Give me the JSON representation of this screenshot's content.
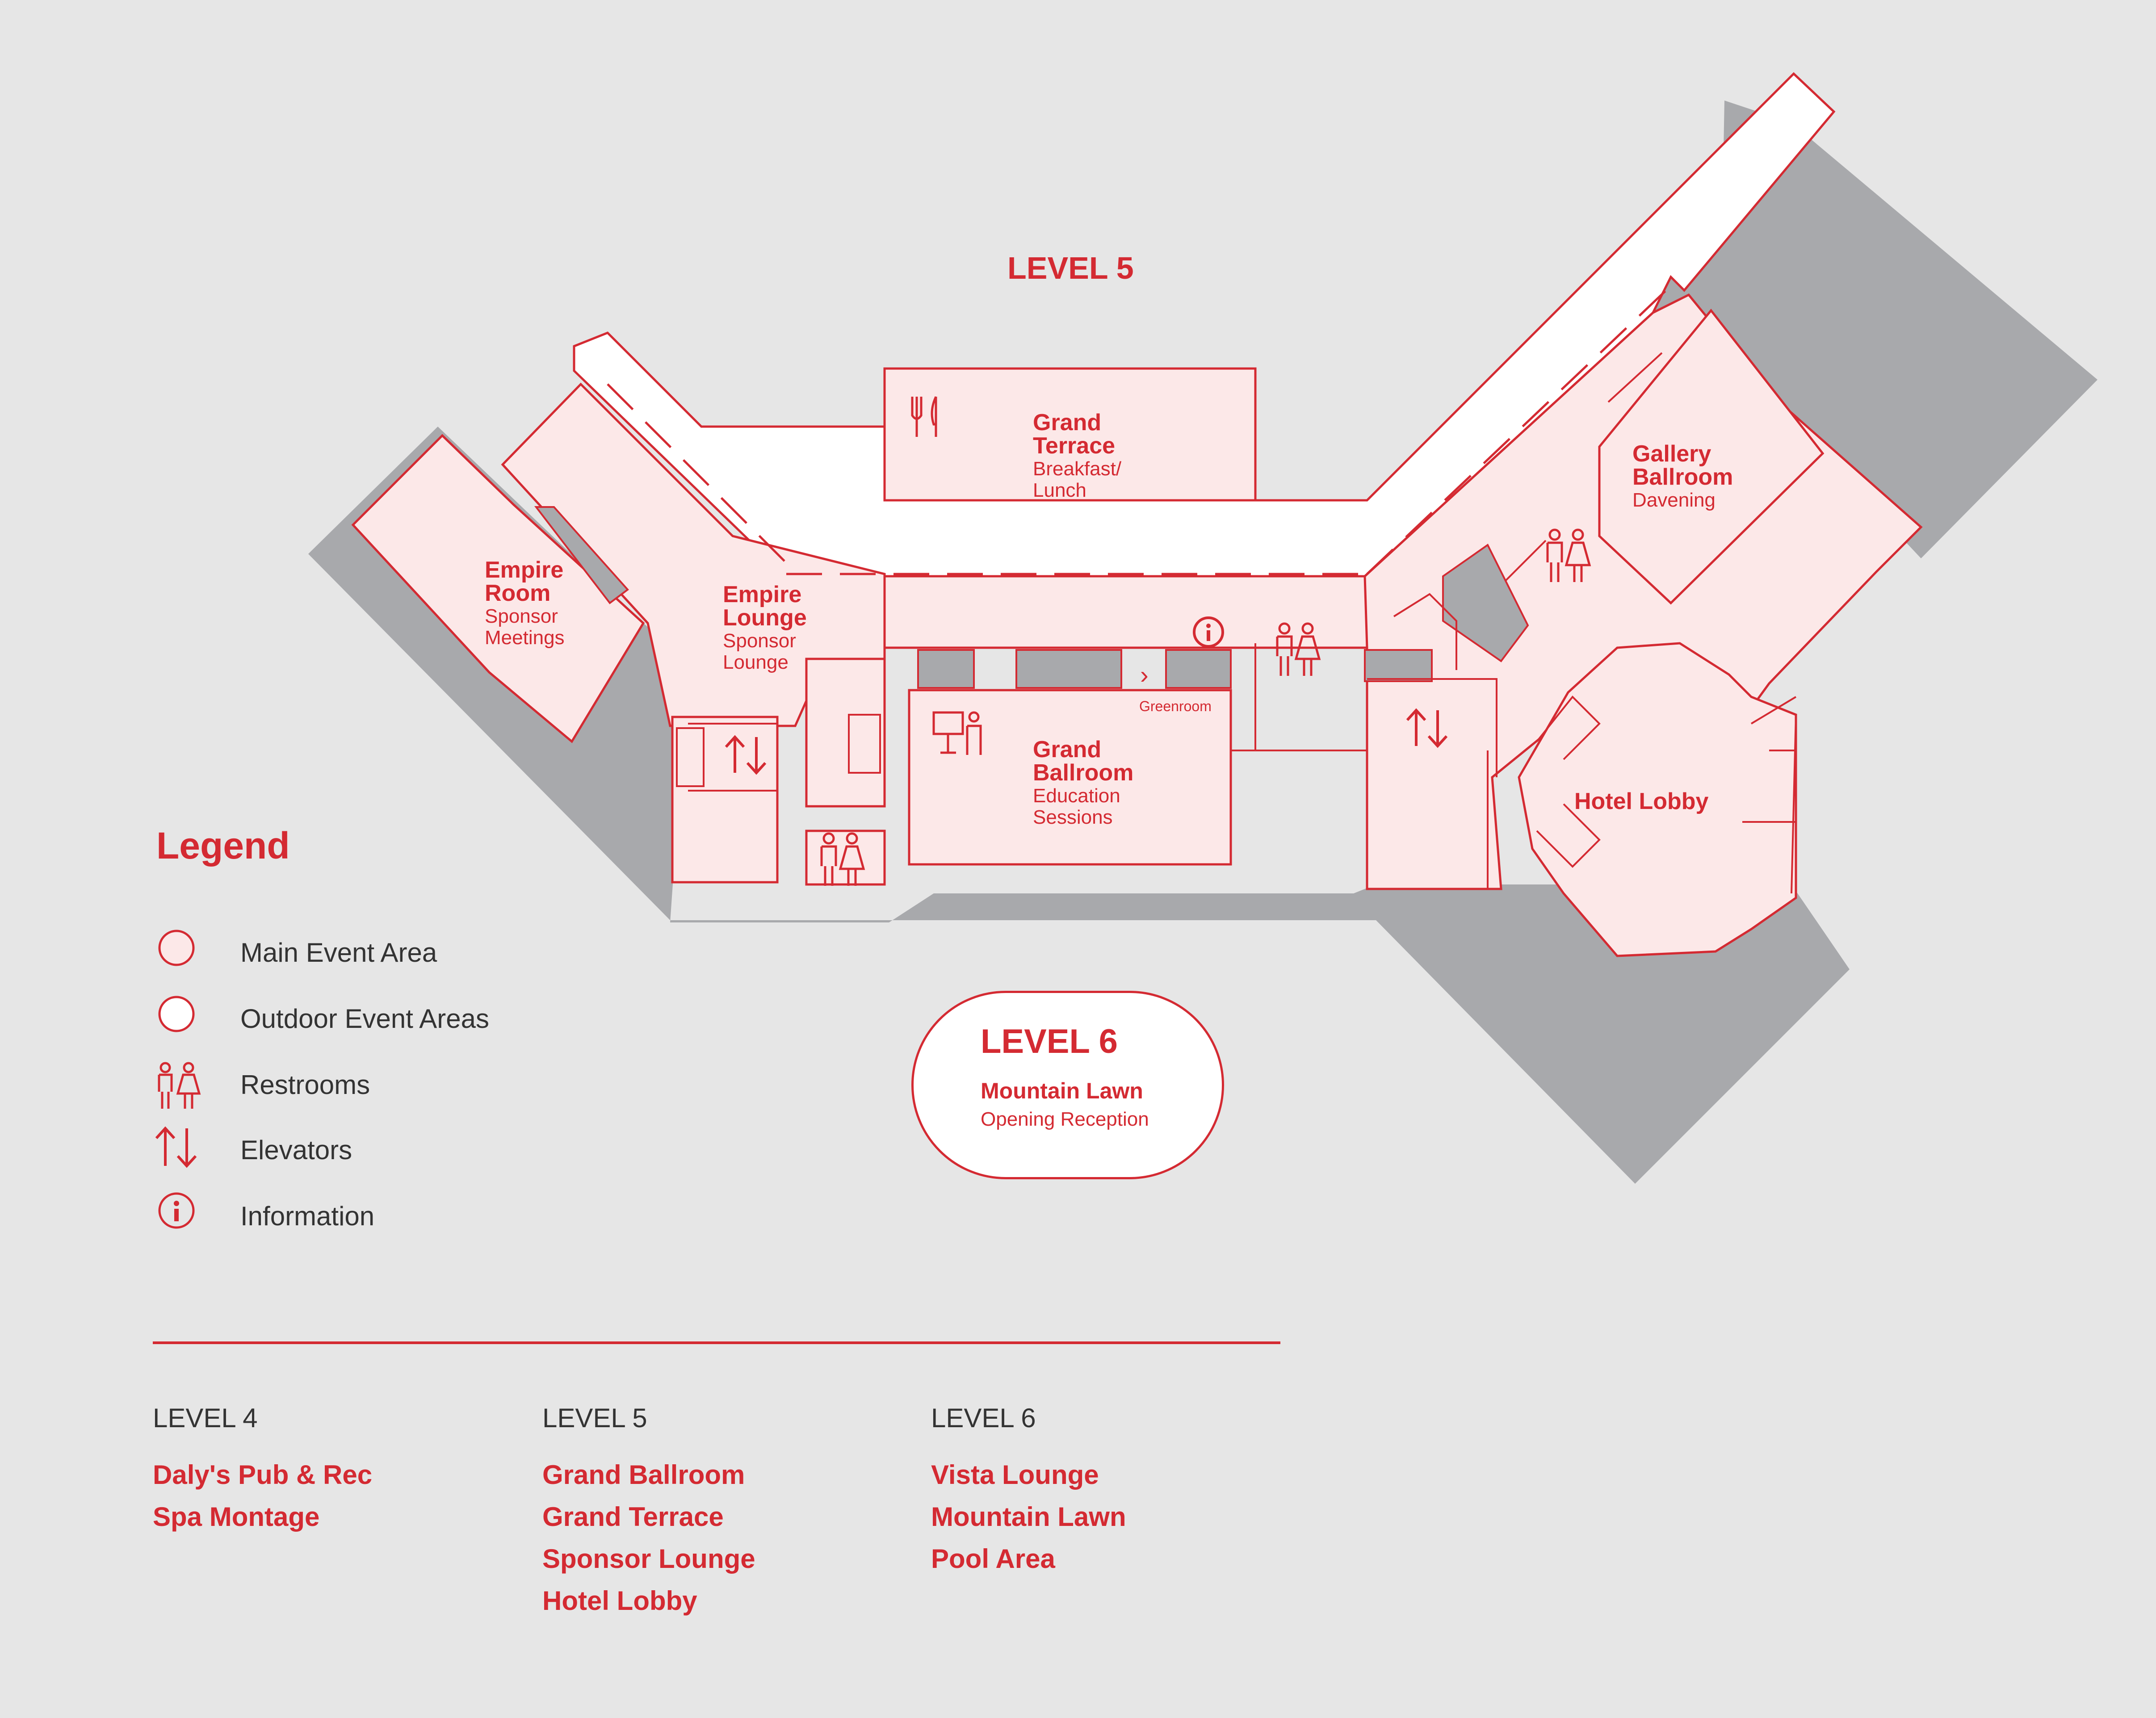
{
  "map": {
    "level_title": "LEVEL 5",
    "rooms": [
      {
        "id": "empire-room",
        "name": "Empire Room",
        "name_lines": [
          "Empire",
          "Room"
        ],
        "use_lines": [
          "Sponsor",
          "Meetings"
        ]
      },
      {
        "id": "empire-lounge",
        "name": "Empire Lounge",
        "name_lines": [
          "Empire",
          "Lounge"
        ],
        "use_lines": [
          "Sponsor",
          "Lounge"
        ]
      },
      {
        "id": "grand-terrace",
        "name": "Grand Terrace",
        "name_lines": [
          "Grand",
          "Terrace"
        ],
        "use_lines": [
          "Breakfast/",
          "Lunch"
        ]
      },
      {
        "id": "grand-ballroom",
        "name": "Grand Ballroom",
        "name_lines": [
          "Grand",
          "Ballroom"
        ],
        "use_lines": [
          "Education",
          "Sessions"
        ]
      },
      {
        "id": "gallery-ballroom",
        "name": "Gallery Ballroom",
        "name_lines": [
          "Gallery",
          "Ballroom"
        ],
        "use_lines": [
          "Davening"
        ]
      },
      {
        "id": "hotel-lobby",
        "name": "Hotel Lobby",
        "name_lines": [
          "Hotel Lobby"
        ],
        "use_lines": []
      }
    ],
    "greenroom_label": "Greenroom",
    "level6_callout": {
      "level": "LEVEL 6",
      "name": "Mountain Lawn",
      "use": "Opening Reception"
    },
    "colors": {
      "background": "#e6e6e6",
      "accent": "#d42a32",
      "event_area": "#fce8e8",
      "building": "#a8a9ac",
      "corridor": "#ffffff"
    },
    "icons": [
      "restroom-icon",
      "elevator-icon",
      "information-icon",
      "dining-icon",
      "presenter-icon"
    ]
  },
  "legend": {
    "title": "Legend",
    "items": [
      {
        "icon": "main-event-area-icon",
        "label": "Main Event Area"
      },
      {
        "icon": "outdoor-event-area-icon",
        "label": "Outdoor Event Areas"
      },
      {
        "icon": "restroom-icon",
        "label": "Restrooms"
      },
      {
        "icon": "elevator-icon",
        "label": "Elevators"
      },
      {
        "icon": "information-icon",
        "label": "Information"
      }
    ]
  },
  "directory": [
    {
      "level": "LEVEL 4",
      "venues": [
        "Daly's Pub & Rec",
        "Spa Montage"
      ]
    },
    {
      "level": "LEVEL 5",
      "venues": [
        "Grand Ballroom",
        "Grand Terrace",
        "Sponsor Lounge",
        "Hotel Lobby"
      ]
    },
    {
      "level": "LEVEL 6",
      "venues": [
        "Vista Lounge",
        "Mountain Lawn",
        "Pool Area"
      ]
    }
  ]
}
